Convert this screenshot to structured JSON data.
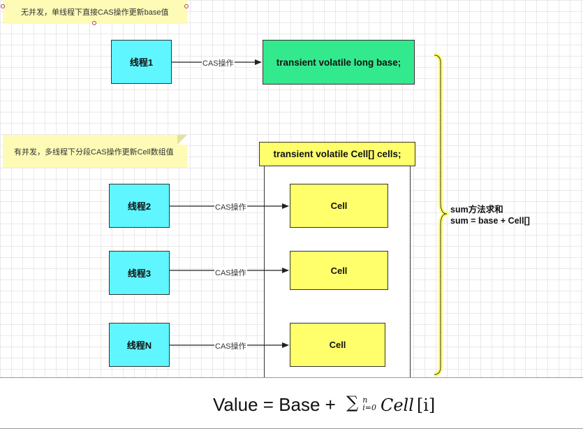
{
  "notes": {
    "top": "无并发，单线程下直接CAS操作更新base值",
    "middle": "有并发，多线程下分段CAS操作更新Cell数组值"
  },
  "threads": {
    "t1": "线程1",
    "t2": "线程2",
    "t3": "线程3",
    "tn": "线程N"
  },
  "edge_label": "CAS操作",
  "base_box": "transient volatile long base;",
  "cells_header": "transient volatile Cell[] cells;",
  "cells": [
    "Cell",
    "Cell",
    "Cell"
  ],
  "sum": {
    "line1": "sum方法求和",
    "line2": "sum = base + Cell[]"
  },
  "formula": {
    "left": "Value = Base + ",
    "sigma": "∑",
    "upper": "n",
    "lower": "i=0",
    "term": "Cell",
    "index": "[i]"
  },
  "colors": {
    "thread": "#5ff6ff",
    "base": "#33e98d",
    "cell": "#ffff6b",
    "note": "#fdfbb6",
    "brace": "#ffff6b"
  }
}
